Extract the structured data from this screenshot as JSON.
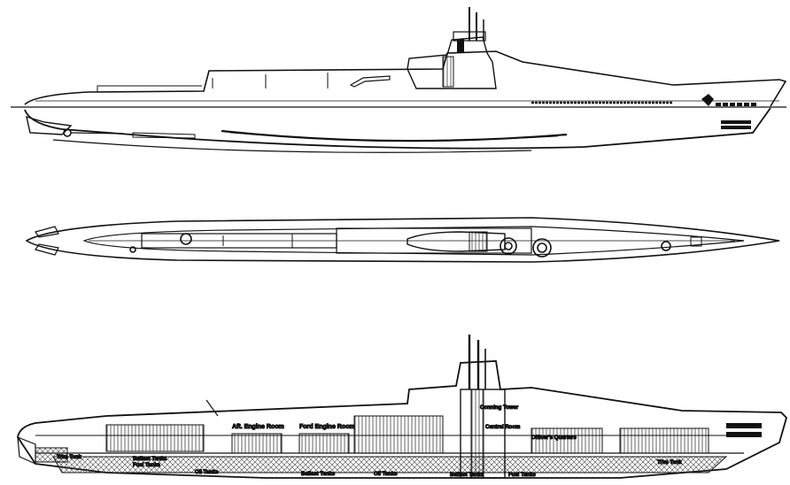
{
  "views": {
    "profile": {
      "name": "side-elevation"
    },
    "plan": {
      "name": "plan-view"
    },
    "section": {
      "name": "cutaway-section"
    }
  },
  "labels": {
    "trim_tank_aft": "Trim Tank",
    "ballast_tanks_aft": "Ballast Tanks",
    "fuel_tanks_1": "Fuel Tanks",
    "oil_tanks_1": "Oil Tanks",
    "aft_engine_room": "Aft. Engine Room",
    "ford_engine_room": "Ford Engine Room",
    "ballast_tanks_mid": "Ballast Tanks",
    "oil_tanks_2": "Oil Tanks",
    "ballast_tanks_fwd": "Ballast Tanks",
    "conning_tower": "Conning Tower",
    "central_room": "Central Room",
    "officers_quarters": "Officer's Quarters",
    "trim_tank_fwd": "Trim Tank",
    "fuel_tanks_2": "Fuel Tanks"
  },
  "colors": {
    "ink": "#111111",
    "paper": "#ffffff",
    "hatch": "#444444"
  }
}
